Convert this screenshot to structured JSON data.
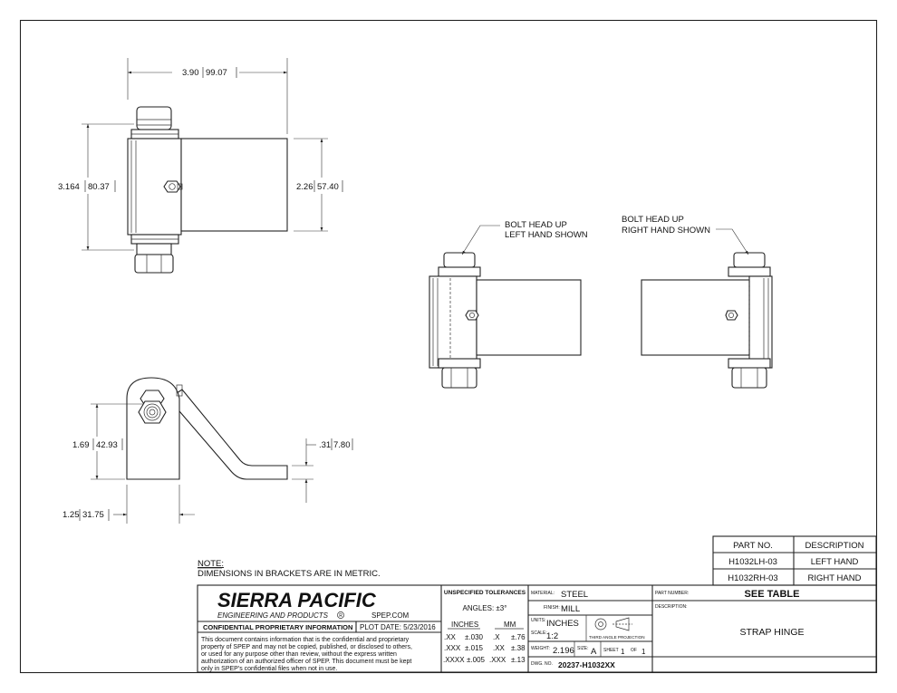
{
  "dims": {
    "width_top": "3.90",
    "width_top_mm": "99.07",
    "height_left": "3.164",
    "height_left_mm": "80.37",
    "height_plate": "2.26",
    "height_plate_mm": "57.40",
    "side_height": "1.69",
    "side_height_mm": "42.93",
    "thickness": ".31",
    "thickness_mm": "7.80",
    "side_width": "1.25",
    "side_width_mm": "31.75"
  },
  "callouts": {
    "lh_line1": "BOLT HEAD UP",
    "lh_line2": "LEFT HAND SHOWN",
    "rh_line1": "BOLT HEAD UP",
    "rh_line2": "RIGHT HAND SHOWN"
  },
  "note": {
    "title": "NOTE:",
    "text": "DIMENSIONS IN BRACKETS ARE IN METRIC."
  },
  "parts_table": {
    "headers": [
      "PART NO.",
      "DESCRIPTION"
    ],
    "rows": [
      {
        "part": "H1032LH-03",
        "desc": "LEFT HAND"
      },
      {
        "part": "H1032RH-03",
        "desc": "RIGHT HAND"
      }
    ]
  },
  "title_block": {
    "company": "SIERRA PACIFIC",
    "company_sub": "ENGINEERING AND PRODUCTS",
    "registered": "R",
    "website": "SPEP.COM",
    "confidential_label": "CONFIDENTIAL PROPRIETARY INFORMATION",
    "plot_date": "PLOT DATE: 5/23/2016",
    "confidential_text": [
      "This document contains information that is the confidential and proprietary",
      "property of SPEP and may not be copied, published, or disclosed to others,",
      "or used for any purpose  other than review, without the express written",
      "authorization of an authorized officer of SPEP. This document must be kept",
      "only in SPEP's confidential files when not in use."
    ],
    "tolerances_title": "UNSPECIFIED TOLERANCES",
    "angles": "ANGLES: ±3°",
    "inches_header": "INCHES",
    "mm_header": "MM",
    "tol_rows": [
      {
        "in": ".XX",
        "in_tol": "±.030",
        "mm": ".X",
        "mm_tol": "±.76"
      },
      {
        "in": ".XXX",
        "in_tol": "±.015",
        "mm": ".XX",
        "mm_tol": "±.38"
      },
      {
        "in": ".XXXX",
        "in_tol": "±.005",
        "mm": ".XXX",
        "mm_tol": "±.13"
      }
    ],
    "material_label": "MATERIAL:",
    "material": "STEEL",
    "finish_label": "FINISH:",
    "finish": "MILL",
    "units_label": "UNITS:",
    "units": "INCHES",
    "scale_label": "SCALE:",
    "scale": "1:2",
    "projection": "THIRD ANGLE PROJECTION",
    "weight_label": "WEIGHT:",
    "weight": "2.196",
    "size_label": "SIZE:",
    "size": "A",
    "sheet_label": "SHEET",
    "sheet": "1",
    "of_label": "OF",
    "sheet_total": "1",
    "dwg_label": "DWG. NO.",
    "dwg_no": "20237-H1032XX",
    "part_number_label": "PART NUMBER:",
    "part_number": "SEE TABLE",
    "description_label": "DESCRIPTION:",
    "description": "STRAP HINGE"
  }
}
